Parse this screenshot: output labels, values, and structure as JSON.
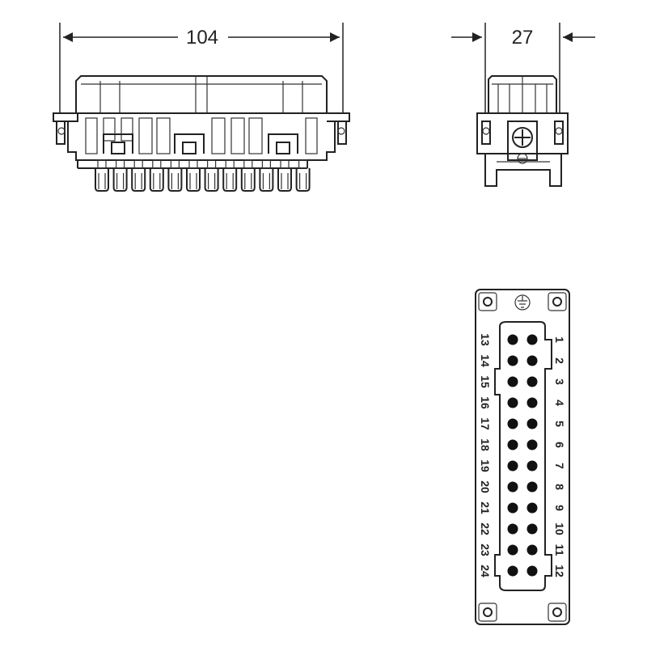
{
  "dimensions": {
    "width_label": "104",
    "depth_label": "27"
  },
  "face_view": {
    "pins_right_column": [
      "1",
      "2",
      "3",
      "4",
      "5",
      "6",
      "7",
      "8",
      "9",
      "10",
      "11",
      "12"
    ],
    "pins_left_column": [
      "13",
      "14",
      "15",
      "16",
      "17",
      "18",
      "19",
      "20",
      "21",
      "22",
      "23",
      "24"
    ],
    "ground_symbol": "ground-icon"
  },
  "colors": {
    "line": "#222222",
    "background": "#ffffff"
  }
}
